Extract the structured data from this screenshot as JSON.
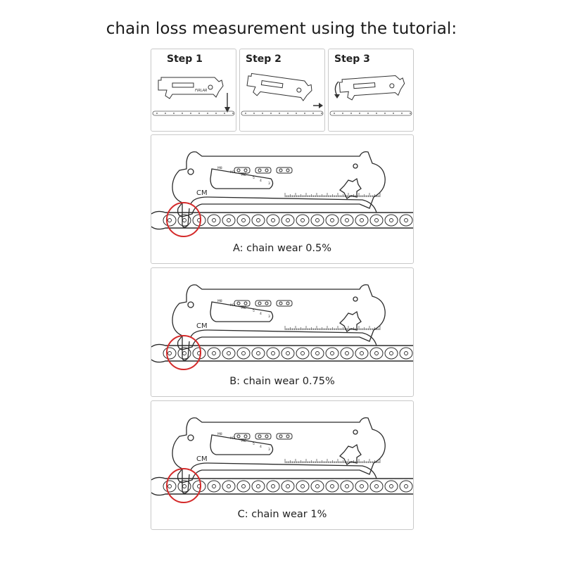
{
  "title": "chain loss measurement using the tutorial:",
  "steps": [
    {
      "label": "Step 1"
    },
    {
      "label": "Step 2"
    },
    {
      "label": "Step 3"
    }
  ],
  "examples": [
    {
      "caption": "A: chain wear 0.5%"
    },
    {
      "caption": "B: chain wear 0.75%"
    },
    {
      "caption": "C: chain wear 1%"
    }
  ],
  "tool": {
    "unit_mark": "CM",
    "hole_labels": [
      "M8",
      "M7",
      "M6",
      "5",
      "4",
      "3"
    ],
    "brand_mark": "FIRLAR"
  },
  "colors": {
    "highlight_circle": "#d42a2a",
    "outline": "#2b2b2b",
    "panel_border": "#c9c9c9"
  }
}
